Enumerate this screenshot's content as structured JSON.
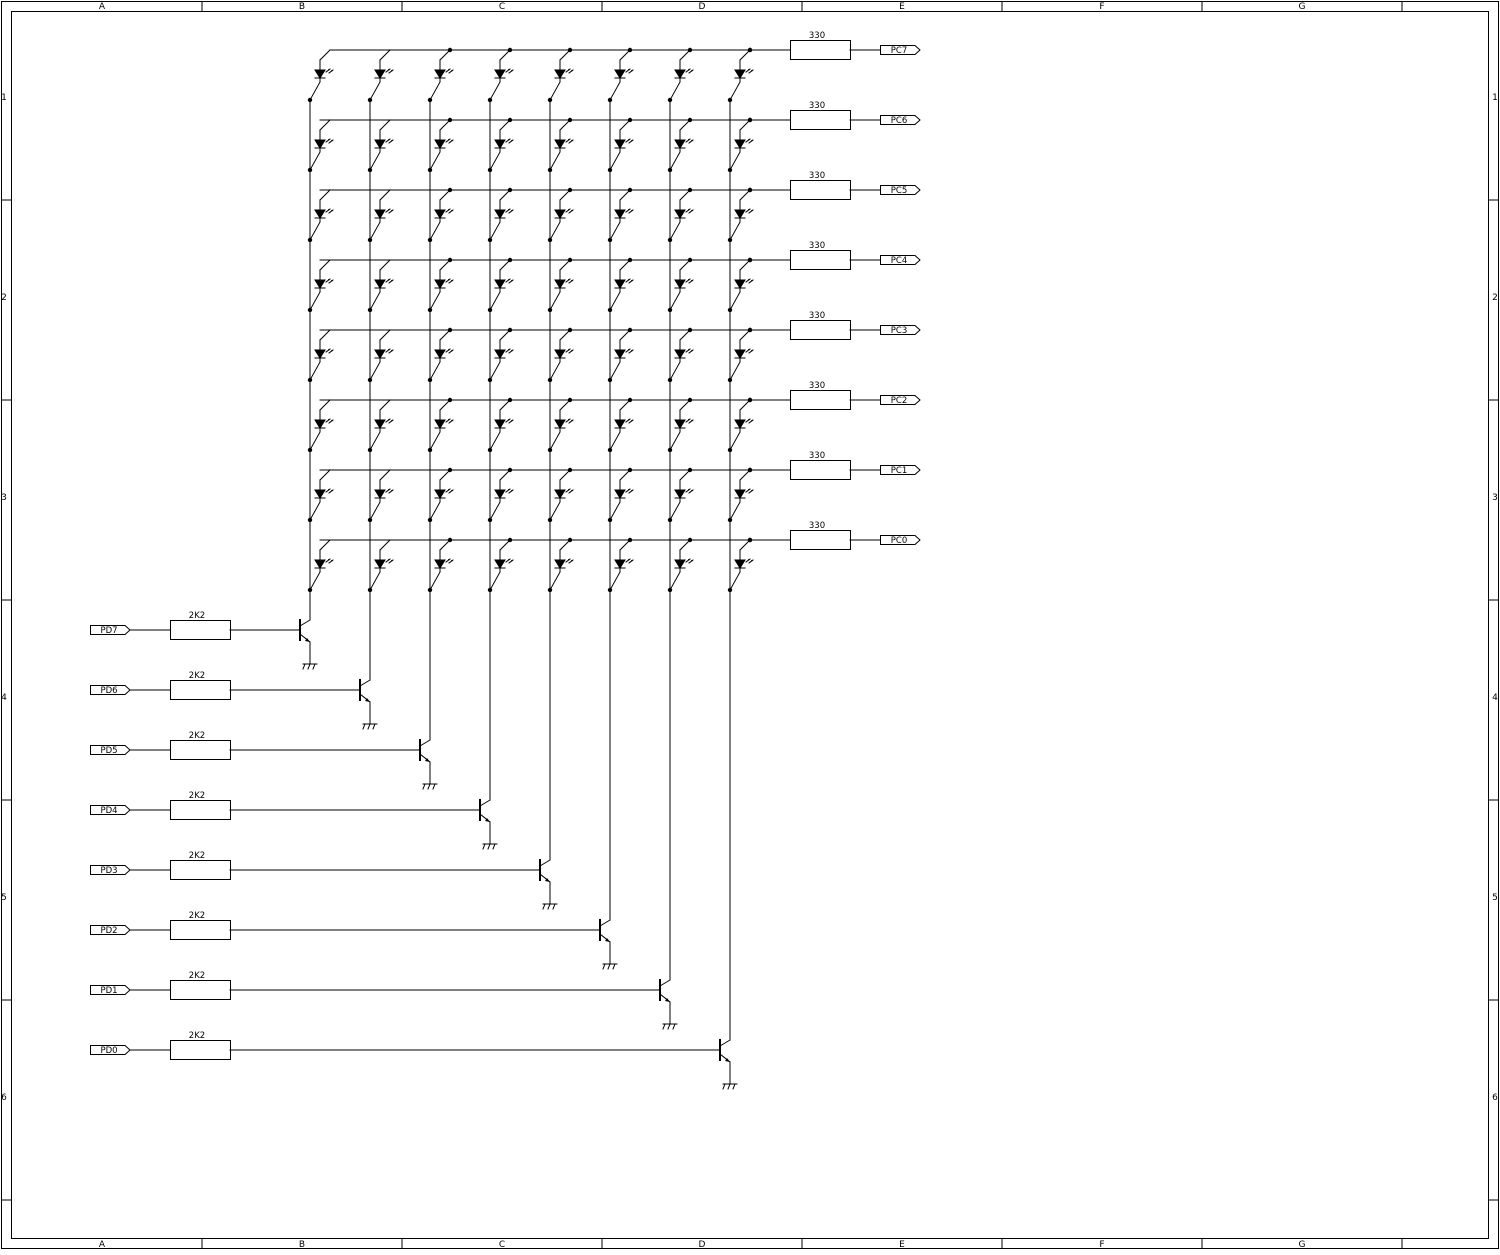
{
  "frame": {
    "columns": [
      "A",
      "B",
      "C",
      "D",
      "E",
      "F",
      "G"
    ],
    "rows": [
      "1",
      "2",
      "3",
      "4",
      "5",
      "6"
    ]
  },
  "row_ports": [
    "PC7",
    "PC6",
    "PC5",
    "PC4",
    "PC3",
    "PC2",
    "PC1",
    "PC0"
  ],
  "row_resistor": "330",
  "column_ports": [
    "PD7",
    "PD6",
    "PD5",
    "PD4",
    "PD3",
    "PD2",
    "PD1",
    "PD0"
  ],
  "column_resistor": "2K2",
  "led_grid": {
    "rows": 8,
    "columns": 8
  },
  "colors": {
    "ink": "#000000",
    "paper": "#ffffff"
  }
}
